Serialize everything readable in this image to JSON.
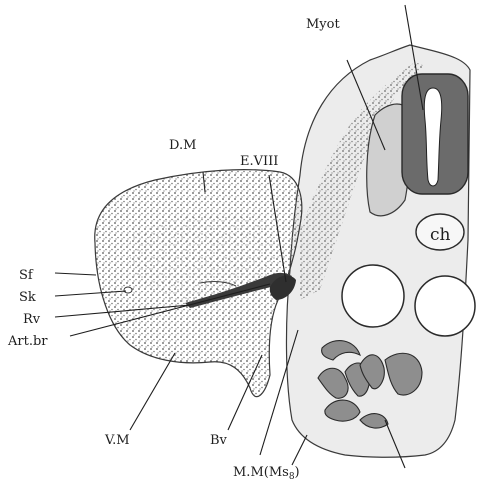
{
  "figure": {
    "labels": {
      "myot": "Myot",
      "dm": "D.M",
      "eviii": "E.VIII",
      "ch": "ch",
      "sf": "Sf",
      "sk": "Sk",
      "rv": "Rv",
      "artbr": "Art.br",
      "vm": "V.M",
      "bv": "Bv",
      "mm_base": "M.M(Ms",
      "mm_sub": "8",
      "mm_close": ")"
    },
    "colors": {
      "ink": "#1e1e1e",
      "tissue": "#ececec",
      "stipple": "#6a6a6a",
      "dark_tissue": "#6b6b6b"
    }
  }
}
